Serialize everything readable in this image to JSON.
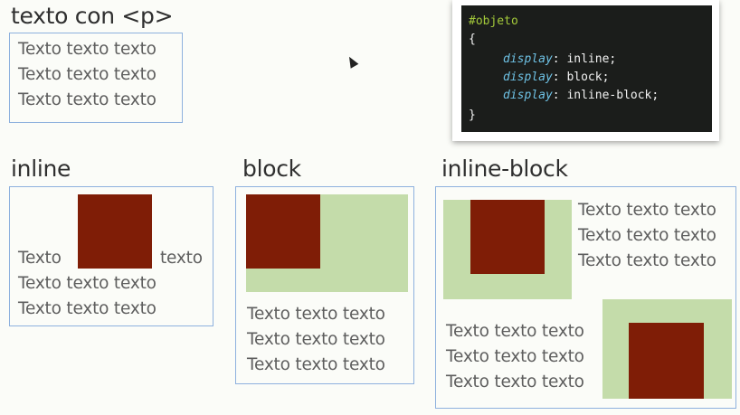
{
  "p_section": {
    "heading": "texto con <p>",
    "lines": [
      "Texto texto texto",
      "Texto texto texto",
      "Texto texto texto"
    ]
  },
  "code": {
    "selector": "#objeto",
    "open_brace": "{",
    "close_brace": "}",
    "decls": [
      {
        "prop": "display",
        "value": "inline;"
      },
      {
        "prop": "display",
        "value": "block;"
      },
      {
        "prop": "display",
        "value": "inline-block;"
      }
    ],
    "colon": ":"
  },
  "inline_section": {
    "heading": "inline",
    "before": "Texto",
    "after": "texto",
    "lines": [
      "Texto texto texto",
      "Texto texto texto"
    ]
  },
  "block_section": {
    "heading": "block",
    "lines": [
      "Texto texto texto",
      "Texto texto texto",
      "Texto texto texto"
    ]
  },
  "inline_block_section": {
    "heading": "inline-block",
    "top_lines": [
      "Texto texto texto",
      "Texto texto texto",
      "Texto texto texto"
    ],
    "bottom_lines": [
      "Texto texto texto",
      "Texto texto texto",
      "Texto texto texto"
    ]
  },
  "colors": {
    "red_box": "#7f1d06",
    "green_area": "#c4dcaa",
    "border": "#8eb1de",
    "code_bg": "#1b1d1b",
    "selector": "#a3c93a",
    "property": "#6ec1e4"
  }
}
